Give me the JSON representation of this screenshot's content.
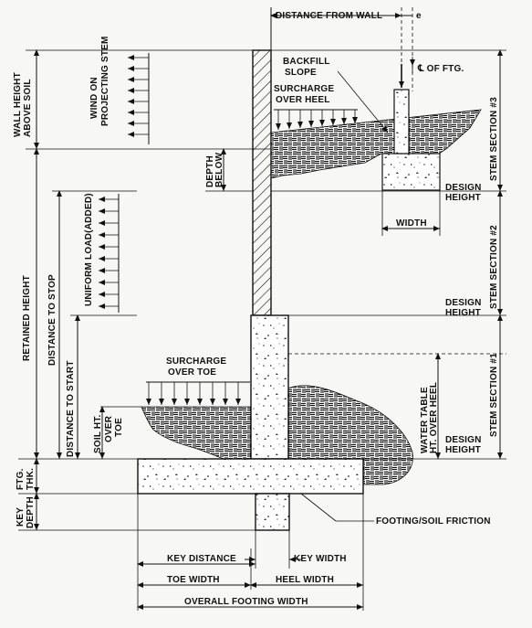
{
  "labels": {
    "distance_from_wall": "DISTANCE FROM WALL",
    "e": "e",
    "cl_of_ftg": "℄ OF FTG.",
    "backfill_slope": [
      "BACKFILL",
      "SLOPE"
    ],
    "surcharge_over_heel": [
      "SURCHARGE",
      "OVER HEEL"
    ],
    "wind_on_projecting_stem": [
      "WIND ON",
      "PROJECTING STEM"
    ],
    "wall_height_above_soil": [
      "WALL HEIGHT",
      "ABOVE SOIL"
    ],
    "stem_section_3": "STEM SECTION #3",
    "stem_section_2": "STEM SECTION #2",
    "stem_section_1": "STEM SECTION #1",
    "depth_below": [
      "DEPTH",
      "BELOW"
    ],
    "design_height_3": [
      "DESIGN",
      "HEIGHT"
    ],
    "design_height_2": [
      "DESIGN",
      "HEIGHT"
    ],
    "design_height_1": [
      "DESIGN",
      "HEIGHT"
    ],
    "width": "WIDTH",
    "retained_height": "RETAINED HEIGHT",
    "distance_to_stop": "DISTANCE TO STOP",
    "distance_to_start": "DISTANCE TO START",
    "uniform_load_added": "UNIFORM LOAD(ADDED)",
    "surcharge_over_toe": [
      "SURCHARGE",
      "OVER TOE"
    ],
    "soil_ht_over_toe": [
      "SOIL HT.",
      "OVER",
      "TOE"
    ],
    "water_table_ht_over_heel": [
      "WATER TABLE",
      "HT. OVER HEEL"
    ],
    "ftg_thk": [
      "FTG.",
      "THK."
    ],
    "key_depth": [
      "KEY",
      "DEPTH"
    ],
    "footing_soil_friction": "FOOTING/SOIL FRICTION",
    "key_distance": "KEY DISTANCE",
    "key_width": "KEY WIDTH",
    "toe_width": "TOE WIDTH",
    "heel_width": "HEEL WIDTH",
    "overall_footing_width": "OVERALL FOOTING WIDTH"
  },
  "colors": {
    "ink": "#111111",
    "paper": "#f7f7f5",
    "hatch": "#222222"
  }
}
